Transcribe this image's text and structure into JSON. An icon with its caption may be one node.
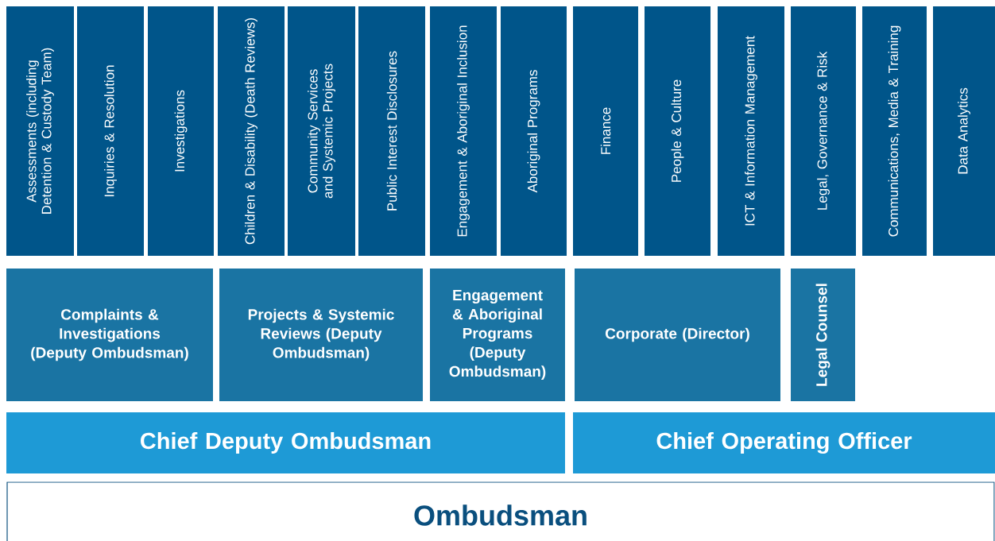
{
  "diagram": {
    "nodes": [
      {
        "text": [
          "Assessments (including Detention & Custody Team)"
        ]
      },
      {
        "text": [
          "Inquiries & Resolution"
        ]
      },
      {
        "text": [
          "Investigations"
        ]
      },
      {
        "text": [
          "Children & Disability (Death Reviews)"
        ]
      },
      {
        "text": [
          "Community Services and Systemic Projects"
        ]
      },
      {
        "text": [
          "Public Interest Disclosures"
        ]
      },
      {
        "text": [
          "Engagement & Aboriginal Inclusion"
        ]
      },
      {
        "text": [
          "Aboriginal Programs"
        ]
      },
      {
        "text": [
          "Finance"
        ]
      },
      {
        "text": [
          "People & Culture"
        ]
      },
      {
        "text": [
          "ICT & Information Management"
        ]
      },
      {
        "text": [
          "Legal, Governance & Risk"
        ]
      },
      {
        "text": [
          "Communications, Media & Training"
        ]
      },
      {
        "text": [
          "Data Analytics"
        ]
      },
      {
        "text": [
          "Complaints & Investigations (Deputy Ombudsman)"
        ]
      },
      {
        "text": [
          "Projects & Systemic Reviews (Deputy Ombudsman)"
        ]
      },
      {
        "text": [
          "Engagement & Aboriginal Programs (Deputy Ombudsman)"
        ]
      },
      {
        "text": [
          "Corporate (Director)"
        ]
      },
      {
        "text": [
          "Legal Counsel"
        ]
      },
      {
        "text": [
          "Chief Deputy Ombudsman"
        ]
      },
      {
        "text": [
          "Chief Operating Officer"
        ]
      },
      {
        "text": [
          "Ombudsman"
        ]
      }
    ]
  }
}
